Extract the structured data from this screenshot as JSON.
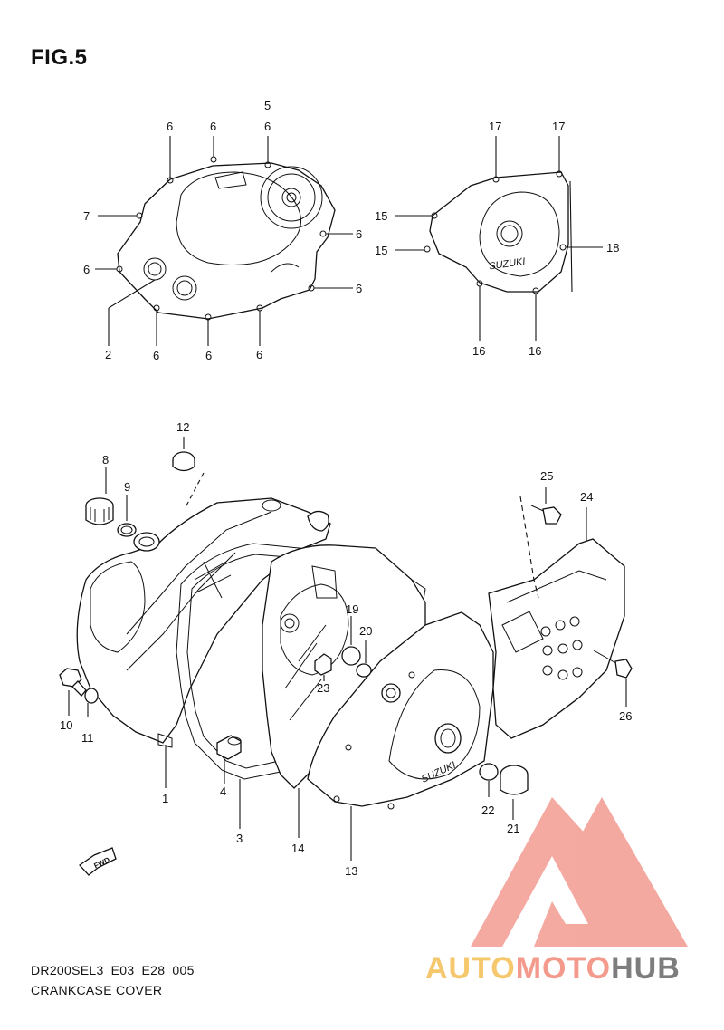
{
  "figure": {
    "title": "FIG.5"
  },
  "footer": {
    "code": "DR200SEL3_E03_E28_005",
    "section": "CRANKCASE COVER"
  },
  "watermark": {
    "part1": "AUTO",
    "part2": "MOTO",
    "part3": "HUB",
    "colors": {
      "auto": "#f6c86e",
      "moto": "#f49a8c",
      "hub": "#7d7d7d",
      "logo": "#f29a90"
    }
  },
  "brand_mark": "SUZUKI",
  "fwd_marker": "FWD",
  "callouts": {
    "c1": "1",
    "c2": "2",
    "c3": "3",
    "c4": "4",
    "c5": "5",
    "c6": "6",
    "c7": "7",
    "c8": "8",
    "c9": "9",
    "c10": "10",
    "c11": "11",
    "c12": "12",
    "c13": "13",
    "c14": "14",
    "c15": "15",
    "c16": "16",
    "c17": "17",
    "c18": "18",
    "c19": "19",
    "c20": "20",
    "c21": "21",
    "c22": "22",
    "c23": "23",
    "c24": "24",
    "c25": "25",
    "c26": "26"
  }
}
